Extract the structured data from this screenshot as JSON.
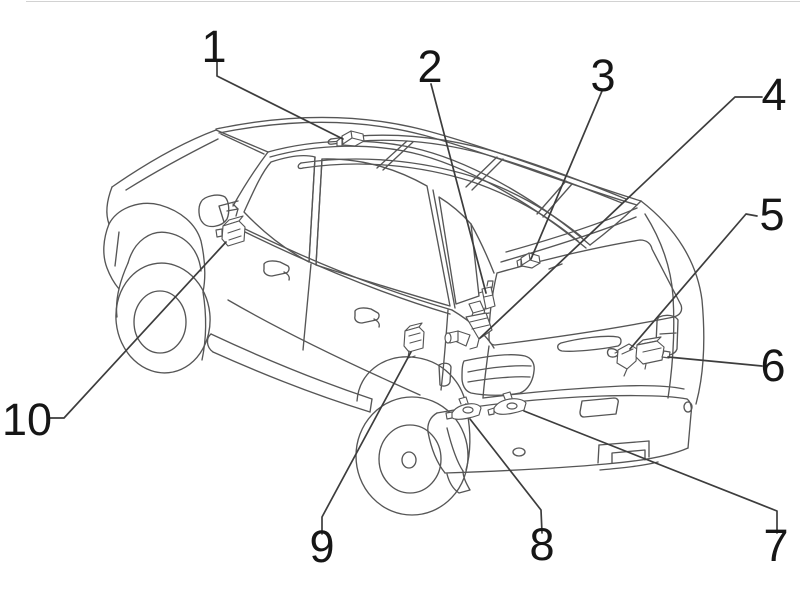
{
  "diagram": {
    "background_color": "#ffffff",
    "artwork_line_color": "#565656",
    "leader_line_color": "#3d3d3d",
    "label_color": "#161616",
    "callouts": [
      {
        "label": "1"
      },
      {
        "label": "2"
      },
      {
        "label": "3"
      },
      {
        "label": "4"
      },
      {
        "label": "5"
      },
      {
        "label": "6"
      },
      {
        "label": "7"
      },
      {
        "label": "8"
      },
      {
        "label": "9"
      },
      {
        "label": "10"
      }
    ]
  }
}
